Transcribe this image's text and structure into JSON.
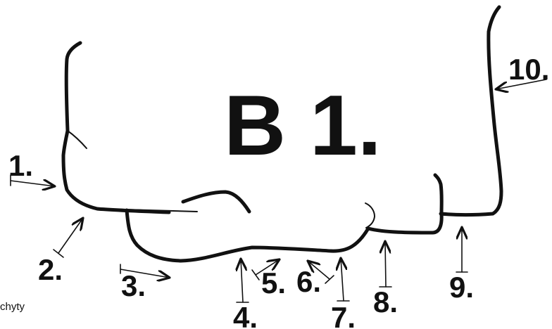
{
  "diagram": {
    "title": "B 1.",
    "caption": "chyty",
    "labels": [
      "1.",
      "2.",
      "3.",
      "4.",
      "5.",
      "6.",
      "7.",
      "8.",
      "9.",
      "10."
    ],
    "colors": {
      "ink": "#111111",
      "background": "#ffffff"
    }
  }
}
